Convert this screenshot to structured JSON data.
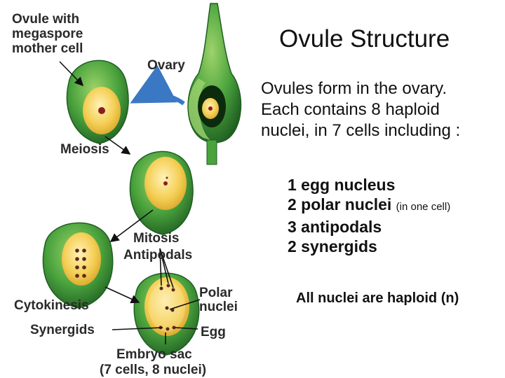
{
  "title": "Ovule Structure",
  "intro_lines": [
    "Ovules form in the ovary.",
    "Each contains 8 haploid",
    "nuclei, in 7 cells including :"
  ],
  "list": [
    {
      "main": "1 egg nucleus",
      "note": ""
    },
    {
      "main": "2 polar nuclei",
      "note": "(in one cell)"
    },
    {
      "main": "3 antipodals",
      "note": ""
    },
    {
      "main": "2 synergids",
      "note": ""
    }
  ],
  "footer_note": "All nuclei are haploid (n)",
  "diagram_labels": {
    "ovule_with": "Ovule with",
    "megaspore": "megaspore",
    "mother_cell": "mother cell",
    "ovary": "Ovary",
    "meiosis": "Meiosis",
    "mitosis": "Mitosis",
    "antipodals": "Antipodals",
    "cytokinesis": "Cytokinesis",
    "polar": "Polar",
    "nuclei": "nuclei",
    "synergids": "Synergids",
    "egg": "Egg",
    "embryo_sac": "Embryo sac",
    "embryo_sac_counts": "(7 cells, 8 nuclei)"
  },
  "colors": {
    "outer_green": "#3f9a3a",
    "dark_green": "#1f5e22",
    "sac_yellow": "#f2c74a",
    "sac_light": "#fbe9a6",
    "nucleus": "#8a1f1f",
    "arrow_blue": "#3b78c4"
  }
}
